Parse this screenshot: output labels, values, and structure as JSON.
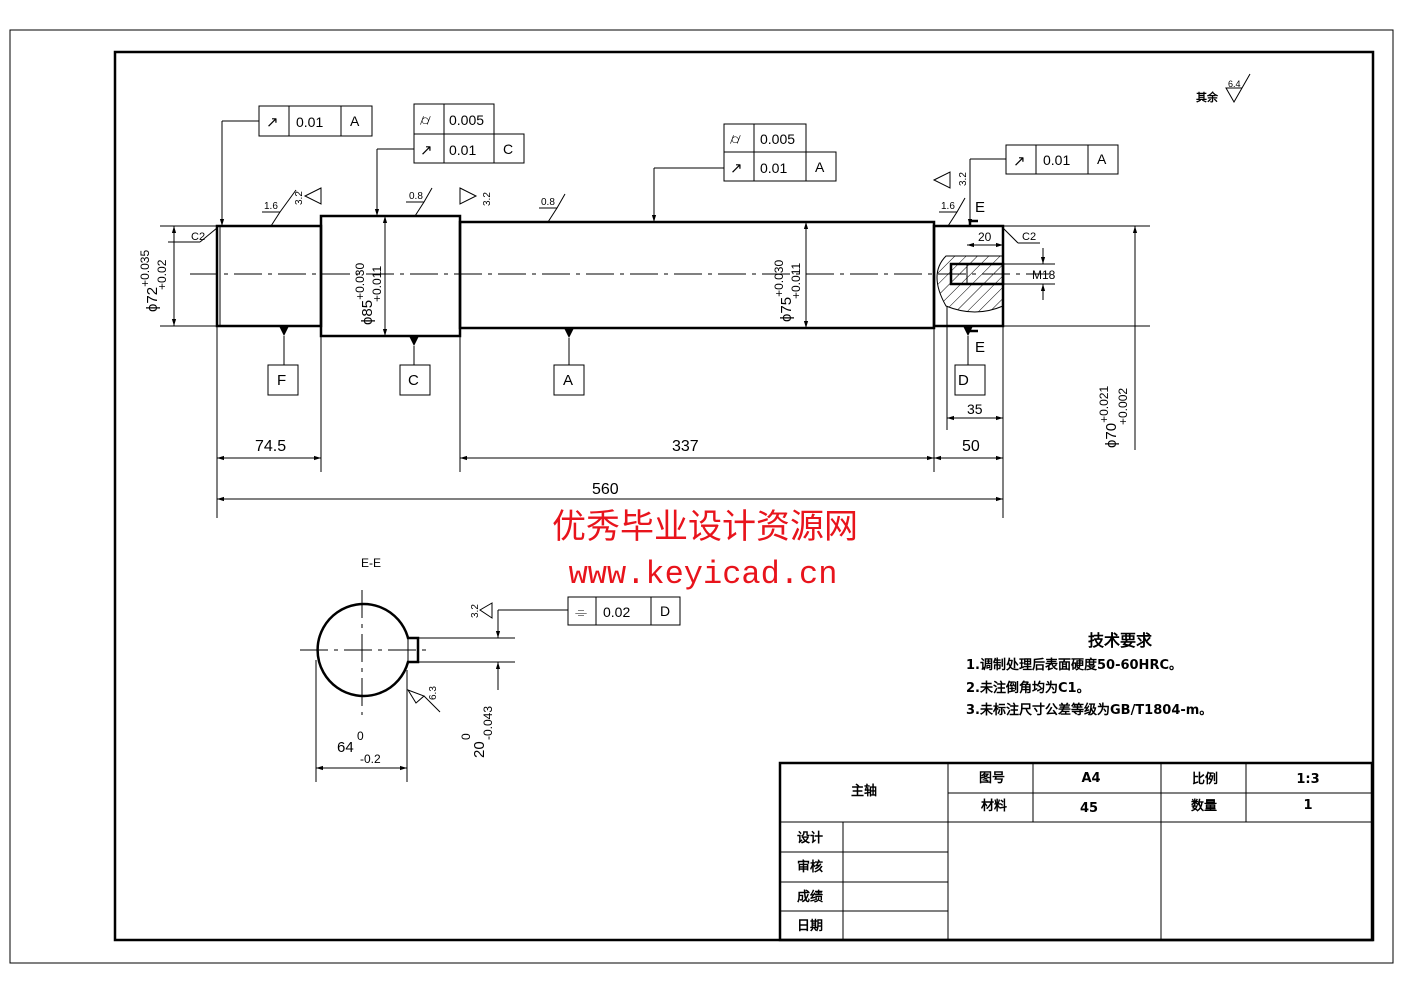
{
  "drawing": {
    "other_surfaces_label": "其余",
    "other_surfaces_roughness": "6.4",
    "section_label": "E-E",
    "section_mark": "E"
  },
  "shaft": {
    "diameters": [
      {
        "nominal": "ϕ72",
        "upper": "+0.035",
        "lower": "+0.02"
      },
      {
        "nominal": "ϕ85",
        "upper": "+0.030",
        "lower": "+0.011"
      },
      {
        "nominal": "ϕ75",
        "upper": "+0.030",
        "lower": "+0.011"
      },
      {
        "nominal": "ϕ70",
        "upper": "+0.021",
        "lower": "+0.002"
      }
    ],
    "lengths": {
      "first": "74.5",
      "middle": "337",
      "end": "50",
      "total": "560",
      "keyway": "35",
      "thread_depth": "20"
    },
    "thread": "M18",
    "chamfer": "C2",
    "roughness": [
      "1.6",
      "3.2",
      "0.8",
      "3.2",
      "0.8",
      "3.2",
      "1.6"
    ],
    "datums": [
      "F",
      "C",
      "A",
      "D"
    ]
  },
  "tolerance_frames": [
    {
      "rows": [
        {
          "symbol": "↗",
          "value": "0.01",
          "datum": "A"
        }
      ]
    },
    {
      "rows": [
        {
          "symbol": "⌭",
          "value": "0.005",
          "datum": ""
        },
        {
          "symbol": "↗",
          "value": "0.01",
          "datum": "C"
        }
      ]
    },
    {
      "rows": [
        {
          "symbol": "⌭",
          "value": "0.005",
          "datum": ""
        },
        {
          "symbol": "↗",
          "value": "0.01",
          "datum": "A"
        }
      ]
    },
    {
      "rows": [
        {
          "symbol": "↗",
          "value": "0.01",
          "datum": "A"
        }
      ]
    },
    {
      "rows": [
        {
          "symbol": "⌯",
          "value": "0.02",
          "datum": "D"
        }
      ]
    }
  ],
  "section": {
    "width": {
      "nominal": "64",
      "upper": "0",
      "lower": "-0.2"
    },
    "key_width": {
      "nominal": "20",
      "upper": "0",
      "lower": "-0.043"
    },
    "roughness_side": "3.2",
    "roughness_bottom": "6.3"
  },
  "watermark": {
    "title": "优秀毕业设计资源网",
    "url": "www.keyicad.cn"
  },
  "tech_requirements": {
    "title": "技术要求",
    "items": [
      "1.调制处理后表面硬度50-60HRC。",
      "2.未注倒角均为C1。",
      "3.未标注尺寸公差等级为GB/T1804-m。"
    ]
  },
  "title_block": {
    "part_name": "主轴",
    "drawing_no_label": "图号",
    "drawing_no": "A4",
    "scale_label": "比例",
    "scale": "1:3",
    "material_label": "材料",
    "material": "45",
    "quantity_label": "数量",
    "quantity": "1",
    "rows": [
      "设计",
      "审核",
      "成绩",
      "日期"
    ]
  }
}
